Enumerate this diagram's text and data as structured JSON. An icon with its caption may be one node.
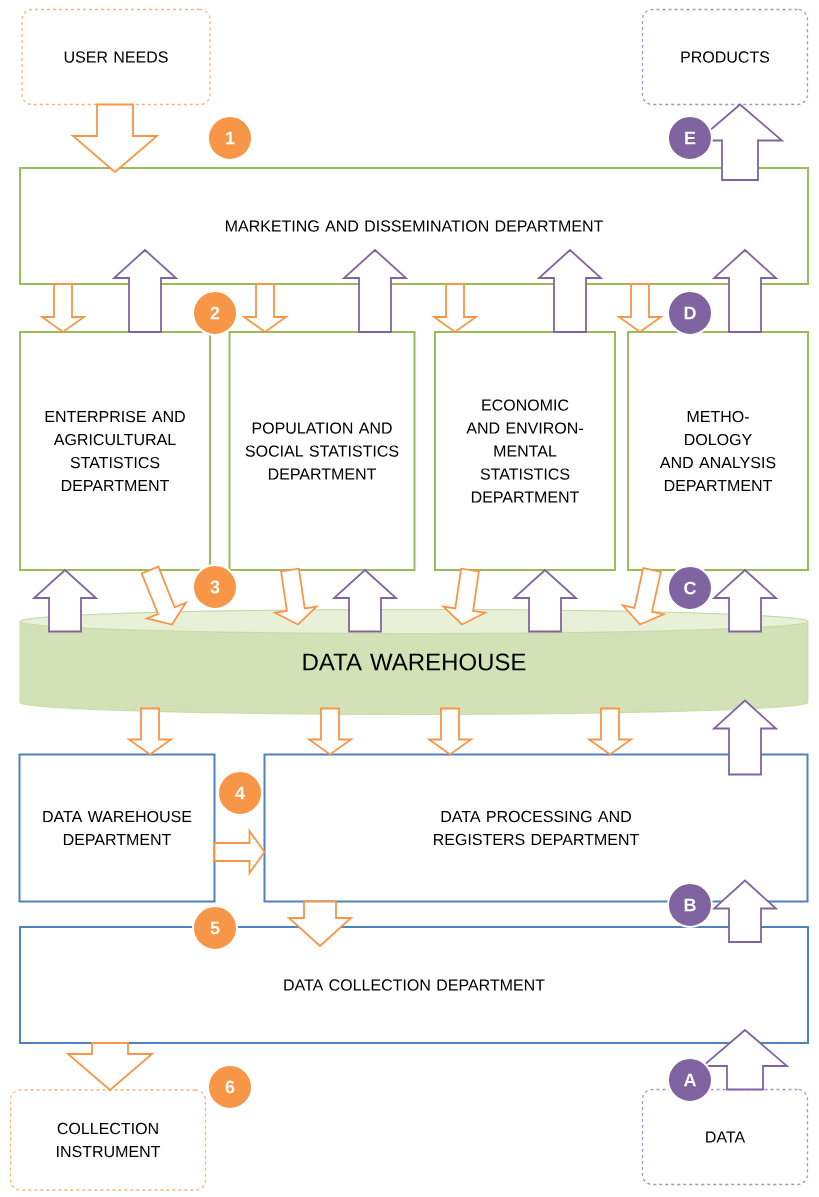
{
  "diagram": {
    "nodes": [
      {
        "text": [
          "USER NEEDS"
        ]
      },
      {
        "text": [
          "PRODUCTS"
        ]
      },
      {
        "text": [
          "MARKETING AND DISSEMINATION DEPARTMENT"
        ]
      },
      {
        "text": [
          "ENTERPRISE AND AGRICULTURAL STATISTICS DEPARTMENT"
        ]
      },
      {
        "text": [
          "POPULATION AND SOCIAL STATISTICS DEPARTMENT"
        ]
      },
      {
        "text": [
          "ECONOMIC AND ENVIRON-MENTAL STATISTICS DEPARTMENT"
        ]
      },
      {
        "text": [
          "METHO-DOLOGY AND ANALYSIS DEPARTMENT"
        ]
      },
      {
        "text": [
          "DATA WAREHOUSE"
        ]
      },
      {
        "text": [
          "DATA WAREHOUSE DEPARTMENT"
        ]
      },
      {
        "text": [
          "DATA PROCESSING AND REGISTERS DEPARTMENT"
        ]
      },
      {
        "text": [
          "DATA COLLECTION DEPARTMENT"
        ]
      },
      {
        "text": [
          "COLLECTION INSTRUMENT"
        ]
      },
      {
        "text": [
          "DATA"
        ]
      }
    ],
    "edges": [
      {
        "from": 0,
        "to": 2,
        "arrow": "to"
      },
      {
        "from": 2,
        "to": 1,
        "arrow": "to",
        "color": "#8064a2"
      },
      {
        "from": 2,
        "to": 3,
        "arrow": "to"
      },
      {
        "from": 2,
        "to": 4,
        "arrow": "to"
      },
      {
        "from": 2,
        "to": 5,
        "arrow": "to"
      },
      {
        "from": 2,
        "to": 6,
        "arrow": "to"
      },
      {
        "from": 3,
        "to": 2,
        "arrow": "to",
        "color": "#8064a2"
      },
      {
        "from": 4,
        "to": 2,
        "arrow": "to",
        "color": "#8064a2"
      },
      {
        "from": 5,
        "to": 2,
        "arrow": "to",
        "color": "#8064a2"
      },
      {
        "from": 6,
        "to": 2,
        "arrow": "to",
        "color": "#8064a2"
      },
      {
        "from": 3,
        "to": 7,
        "arrow": "to"
      },
      {
        "from": 4,
        "to": 7,
        "arrow": "to"
      },
      {
        "from": 5,
        "to": 7,
        "arrow": "to"
      },
      {
        "from": 6,
        "to": 7,
        "arrow": "to"
      },
      {
        "from": 7,
        "to": 3,
        "arrow": "to",
        "color": "#8064a2"
      },
      {
        "from": 7,
        "to": 4,
        "arrow": "to",
        "color": "#8064a2"
      },
      {
        "from": 7,
        "to": 5,
        "arrow": "to",
        "color": "#8064a2"
      },
      {
        "from": 7,
        "to": 6,
        "arrow": "to",
        "color": "#8064a2"
      },
      {
        "from": 7,
        "to": 8,
        "arrow": "to"
      },
      {
        "from": 7,
        "to": 9,
        "arrow": "to"
      },
      {
        "from": 7,
        "to": 9,
        "arrow": "to"
      },
      {
        "from": 7,
        "to": 9,
        "arrow": "to"
      },
      {
        "from": 9,
        "to": 7,
        "arrow": "to",
        "color": "#8064a2"
      },
      {
        "from": 8,
        "to": 9,
        "arrow": "to"
      },
      {
        "from": 9,
        "to": 10,
        "arrow": "to"
      },
      {
        "from": 10,
        "to": 9,
        "arrow": "to",
        "color": "#8064a2"
      },
      {
        "from": 10,
        "to": 11,
        "arrow": "to"
      },
      {
        "from": 12,
        "to": 10,
        "arrow": "to",
        "color": "#8064a2"
      }
    ],
    "labels": [
      "1",
      "E",
      "2",
      "D",
      "3",
      "C",
      "4",
      "B",
      "5",
      "6",
      "A"
    ]
  }
}
